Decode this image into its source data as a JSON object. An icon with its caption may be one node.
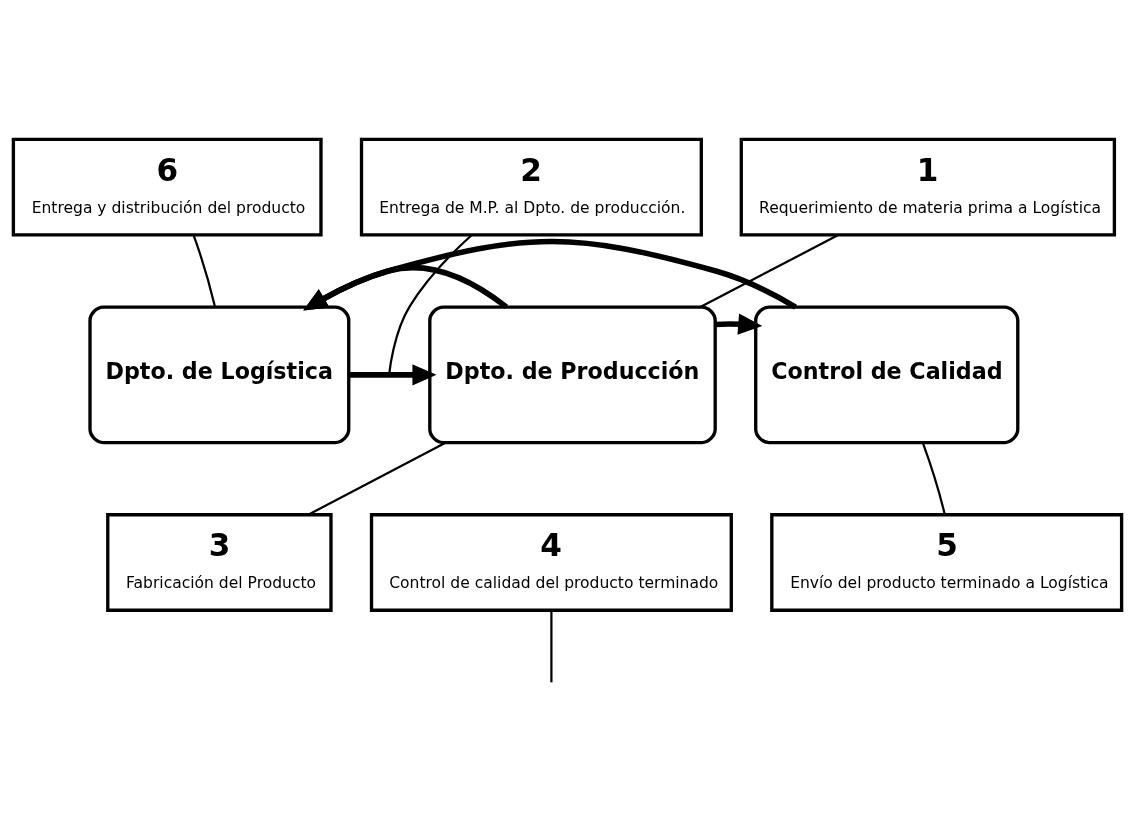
{
  "diagram": {
    "nodes": [
      {
        "text": [
          "6",
          "Entrega y distribución del producto"
        ]
      },
      {
        "text": [
          "2",
          "Entrega de M.P. al Dpto. de producción."
        ]
      },
      {
        "text": [
          "1",
          "Requerimiento de materia prima a Logística"
        ]
      },
      {
        "text": [
          "Dpto. de Logística"
        ]
      },
      {
        "text": [
          "Dpto. de Producción"
        ]
      },
      {
        "text": [
          "Control de Calidad"
        ]
      },
      {
        "text": [
          "3",
          "Fabricación del Producto"
        ]
      },
      {
        "text": [
          "4",
          "Control de calidad del producto terminado"
        ]
      },
      {
        "text": [
          "5",
          "Envío del producto terminado a Logística"
        ]
      }
    ],
    "edges": [
      {
        "from": 4,
        "to": 3,
        "arrow": "to",
        "style": "thick"
      },
      {
        "from": 3,
        "to": 4,
        "arrow": "to",
        "style": "thick"
      },
      {
        "from": 4,
        "to": 5,
        "arrow": "to",
        "style": "thick"
      },
      {
        "from": 5,
        "to": 3,
        "arrow": "to",
        "style": "thick"
      },
      {
        "from": 0,
        "to": 3,
        "arrow": "none"
      },
      {
        "from": 1,
        "to": null,
        "arrow": "none"
      },
      {
        "from": 2,
        "to": 4,
        "arrow": "none"
      },
      {
        "from": 6,
        "to": 4,
        "arrow": "none"
      },
      {
        "from": 7,
        "to": null,
        "arrow": "none"
      },
      {
        "from": 8,
        "to": 5,
        "arrow": "none"
      }
    ]
  }
}
